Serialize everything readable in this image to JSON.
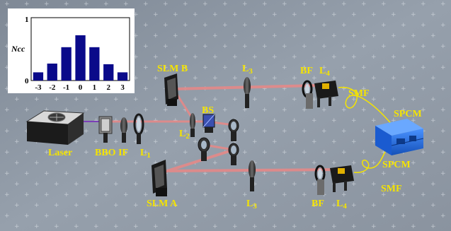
{
  "labels": {
    "slm_b": "SLM B",
    "l3_top": "L",
    "l3_top_sub": "3",
    "bf_top": "BF",
    "l4_top": "L",
    "l4_top_sub": "4",
    "smf_top": "SMF",
    "bs": "BS",
    "l2": "L",
    "l2_sub": "2",
    "spcm_top": "SPCM",
    "laser": "Laser",
    "bbo_if": "BBO IF",
    "l1": "L",
    "l1_sub": "1",
    "spcm_bottom": "SPCM",
    "slm_a": "SLM A",
    "l3_bottom": "L",
    "l3_bottom_sub": "3",
    "bf_bottom": "BF",
    "l4_bottom": "L",
    "l4_bottom_sub": "4",
    "smf_bottom": "SMF"
  },
  "colors": {
    "beam": "#e08a8a",
    "bar": "#0a0a8a",
    "label": "#f5e400",
    "spcm": "#1f6fe0",
    "fiber": "#f5e400",
    "table": "#8f99a6"
  },
  "chart_data": {
    "type": "bar",
    "categories": [
      "-3",
      "-2",
      "-1",
      "0",
      "1",
      "2",
      "3"
    ],
    "values": [
      0.13,
      0.27,
      0.53,
      0.72,
      0.53,
      0.26,
      0.13
    ],
    "ylabel": "Ncc",
    "ylim": [
      0,
      1
    ],
    "yticks": [
      "0",
      "1"
    ],
    "grid": false
  }
}
